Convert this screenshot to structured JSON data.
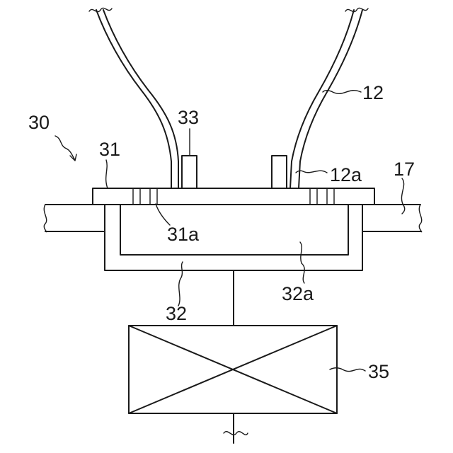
{
  "figure": {
    "labels": {
      "l30": "30",
      "l31": "31",
      "l33": "33",
      "l12": "12",
      "l12a": "12a",
      "l17": "17",
      "l31a": "31a",
      "l32a": "32a",
      "l32": "32",
      "l35": "35"
    }
  }
}
